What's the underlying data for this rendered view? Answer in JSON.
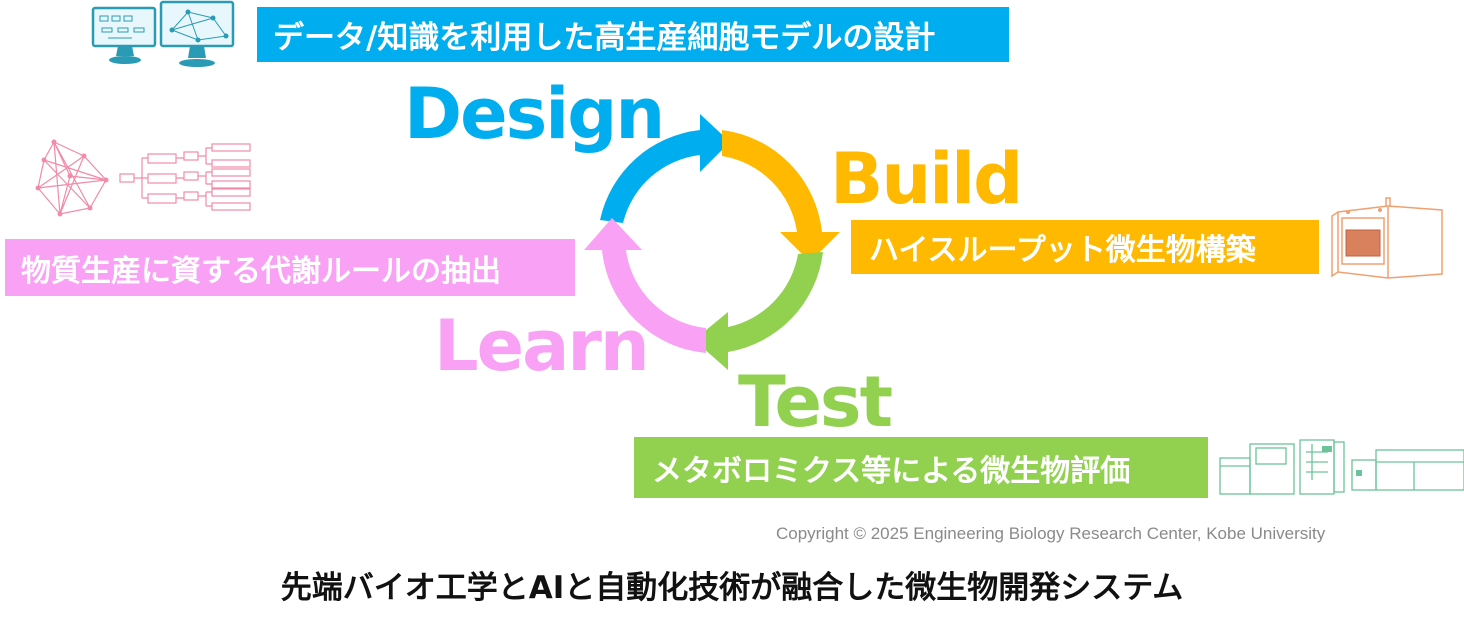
{
  "colors": {
    "design": "#00AEEF",
    "build": "#FFB900",
    "test": "#92D050",
    "learn": "#F9A1F4",
    "learn_icon": "#F08BA8",
    "build_icon": "#F0A070",
    "test_icon": "#6CC39A",
    "design_icon": "#2A9BB5"
  },
  "phases": {
    "design": "Design",
    "build": "Build",
    "test": "Test",
    "learn": "Learn"
  },
  "banners": {
    "design": "データ/知識を利用した高生産細胞モデルの設計",
    "build": "ハイスループット微生物構築",
    "test": "メタボロミクス等による微生物評価",
    "learn": "物質生産に資する代謝ルールの抽出"
  },
  "icons": {
    "design": "dual-monitor-icon",
    "learn": "network-graph-icon",
    "build": "lab-robot-icon",
    "test": "analyzer-instruments-icon"
  },
  "copyright": "Copyright © 2025 Engineering Biology Research Center, Kobe University",
  "footer": "先端バイオ工学とAIと自動化技術が融合した微生物開発システム"
}
